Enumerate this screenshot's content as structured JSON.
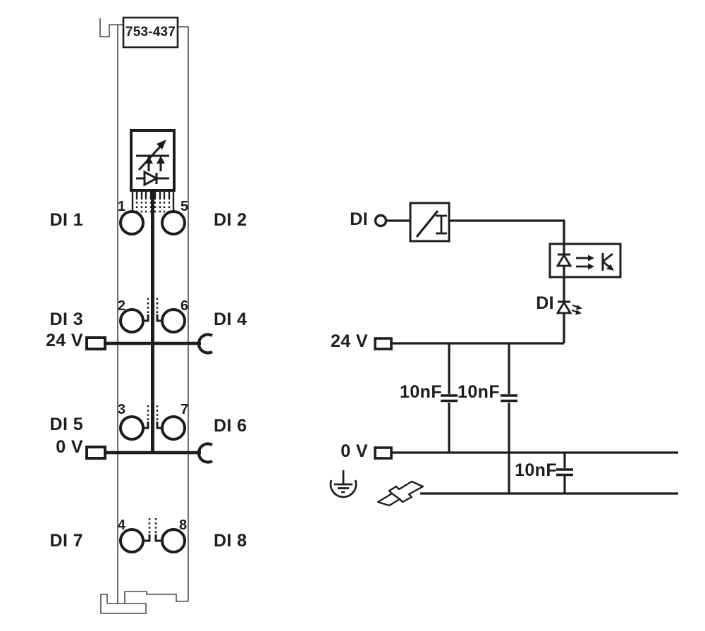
{
  "module": {
    "part_number": "753-437",
    "channel_labels": {
      "di1": "DI 1",
      "di2": "DI 2",
      "di3": "DI 3",
      "di4": "DI 4",
      "di5": "DI 5",
      "di6": "DI 6",
      "di7": "DI 7",
      "di8": "DI 8"
    },
    "power_labels": {
      "v24": "24 V",
      "v0": "0 V"
    },
    "terminal_numbers": {
      "t1": "1",
      "t2": "2",
      "t3": "3",
      "t4": "4",
      "t5": "5",
      "t6": "6",
      "t7": "7",
      "t8": "8"
    }
  },
  "schematic": {
    "input_label": "DI",
    "led_label": "DI",
    "supply_label": "24 V",
    "ground_label": "0 V",
    "capacitors": {
      "c1": "10nF",
      "c2": "10nF",
      "c3": "10nF"
    }
  },
  "icons": {
    "status_led_block": "led-indicator-block-icon",
    "diode": "diode-icon",
    "input_filter": "threshold-filter-icon",
    "optocoupler": "optocoupler-icon",
    "channel_led": "led-icon",
    "ground": "functional-earth-icon",
    "din_rail": "din-rail-icon",
    "power_jumper": "power-jumper-contact-icon"
  },
  "colors": {
    "background": "#ffffff",
    "line": "#1d1d1d",
    "outline": "#4d4d4d"
  }
}
